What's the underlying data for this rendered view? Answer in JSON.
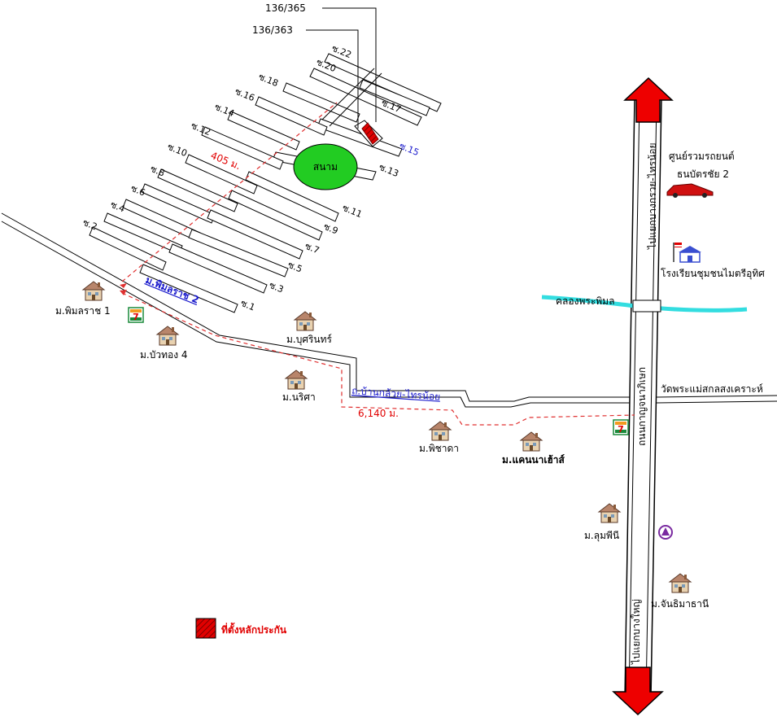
{
  "plot_numbers": [
    "136/365",
    "136/363"
  ],
  "soi_labels": [
    "ซ.22",
    "ซ.20",
    "ซ.18",
    "ซ.17",
    "ซ.16",
    "ซ.14",
    "ซ.12",
    "ซ.10",
    "ซ.8",
    "ซ.6",
    "ซ.4",
    "ซ.2",
    "ซ.15",
    "ซ.13",
    "ซ.11",
    "ซ.9",
    "ซ.7",
    "ซ.5",
    "ซ.3",
    "ซ.1"
  ],
  "field_label": "สนาม",
  "distance_short": "405 ม.",
  "distance_long": "6,140 ม.",
  "road_phimonrat": "ม.พิมลราช 2",
  "road_bankluai": "ถ.บ้านกล้วย-ไทรน้อย",
  "road_main_name": "ถนนกาญจนาภิเษก",
  "direction_north": "ไปแยกบางกรวย-ไทรน้อย",
  "direction_south": "ไปแยกบางใหญ่",
  "canal": "คลองพระพิมล",
  "car_center_line1": "ศูนย์รวมรถยนต์",
  "car_center_line2": "ธนบัตรชัย 2",
  "school": "โรงเรียนชุมชนไมตรีอุทิศ",
  "temple": "วัดพระแม่สกลสงเคราะห์",
  "villages": {
    "phimonrat1": "ม.พิมลราช 1",
    "buathong4": "ม.บัวทอง 4",
    "buririn": "ม.บุศรินทร์",
    "narisa": "ม.นริศา",
    "phichada": "ม.พิชาดา",
    "canal_house": "ม.แคนนาเฮ้าส์",
    "lumphini": "ม.ลุมพีนี",
    "chanthimathani": "ม.จันธิมาธานี"
  },
  "store_label": "7",
  "legend_label": "ที่ตั้งหลักประกัน",
  "colors": {
    "collateral": "#e10000",
    "field": "#22cc22",
    "canal": "#33dde0",
    "route": "#e03030",
    "arrow": "#ee0000",
    "road_label": "#1a1acc"
  }
}
